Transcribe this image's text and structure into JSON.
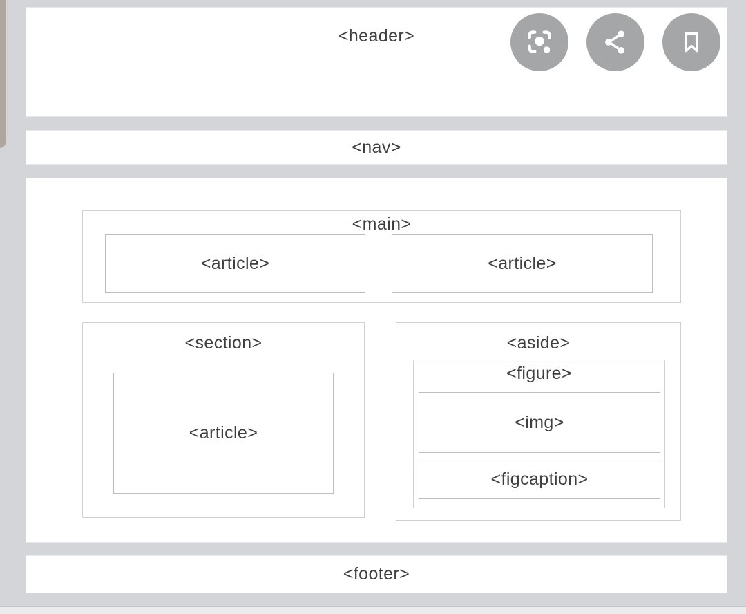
{
  "page": {
    "background_color": "#d4d5d9",
    "card_color": "#ffffff",
    "label_color": "#3f3f3f"
  },
  "toolbar": {
    "button_color": "#a5a6a7",
    "icon_color": "#ffffff",
    "buttons": [
      {
        "name": "lens",
        "icon": "google-lens-icon"
      },
      {
        "name": "share",
        "icon": "share-icon"
      },
      {
        "name": "bookmark",
        "icon": "bookmark-icon"
      }
    ]
  },
  "diagram": {
    "header_label": "<header>",
    "nav_label": "<nav>",
    "main_label": "<main>",
    "article_left_label": "<article>",
    "article_right_label": "<article>",
    "section_label": "<section>",
    "section_article_label": "<article>",
    "aside_label": "<aside>",
    "figure_label": "<figure>",
    "img_label": "<img>",
    "figcaption_label": "<figcaption>",
    "footer_label": "<footer>"
  }
}
